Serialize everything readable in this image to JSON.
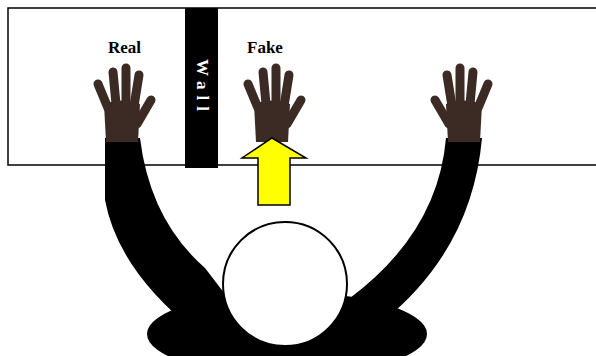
{
  "diagram": {
    "nodes": [
      {
        "text": [
          "Wall"
        ]
      }
    ],
    "labels": [
      "Real",
      "Fake"
    ]
  }
}
